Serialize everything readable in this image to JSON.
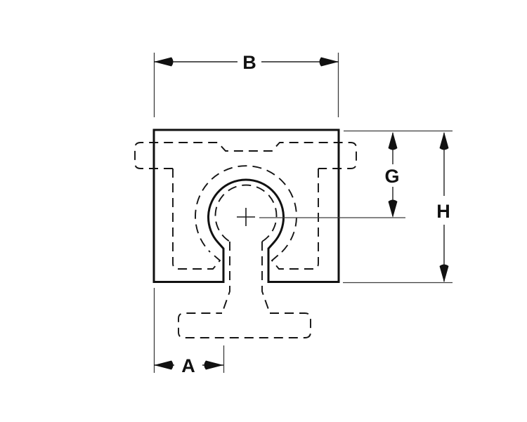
{
  "diagram": {
    "labels": {
      "b": "B",
      "a": "A",
      "g": "G",
      "h": "H"
    },
    "colors": {
      "line": "#111111",
      "dimension_line": "#202020",
      "extension_line": "#3c3c3c",
      "background": "#ffffff"
    }
  }
}
